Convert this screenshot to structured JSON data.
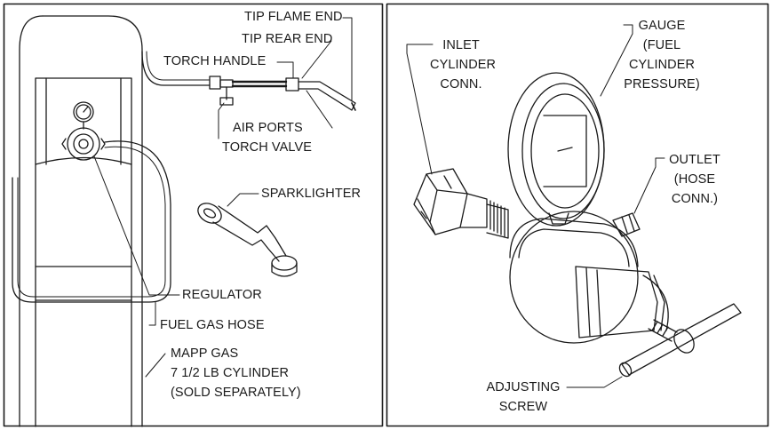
{
  "left_panel": {
    "labels": {
      "tip_flame_end": "TIP FLAME END",
      "tip_rear_end": "TIP REAR END",
      "torch_handle": "TORCH HANDLE",
      "air_ports": "AIR PORTS",
      "torch_valve": "TORCH VALVE",
      "sparklighter": "SPARKLIGHTER",
      "regulator": "REGULATOR",
      "fuel_gas_hose": "FUEL GAS HOSE",
      "cylinder": [
        "MAPP GAS",
        "7 1/2 LB CYLINDER",
        "(SOLD SEPARATELY)"
      ]
    }
  },
  "right_panel": {
    "labels": {
      "inlet": [
        "INLET",
        "CYLINDER",
        "CONN."
      ],
      "gauge": [
        "GAUGE",
        "(FUEL",
        "CYLINDER",
        "PRESSURE)"
      ],
      "outlet": [
        "OUTLET",
        "(HOSE",
        "CONN.)"
      ],
      "adjusting_screw": [
        "ADJUSTING",
        "SCREW"
      ]
    }
  }
}
